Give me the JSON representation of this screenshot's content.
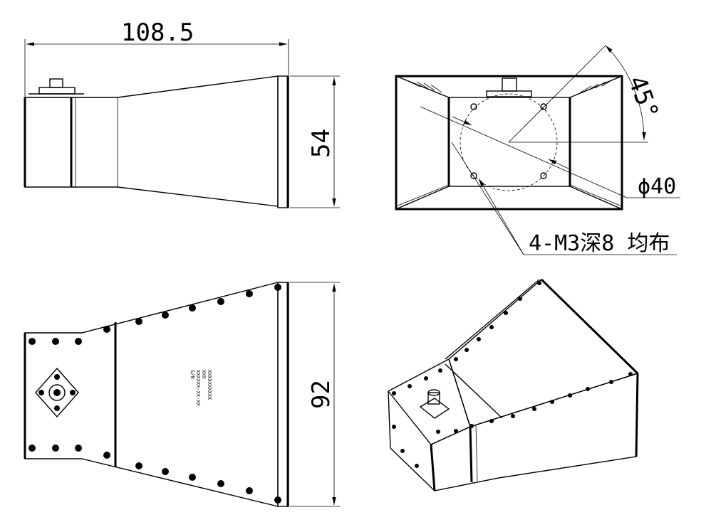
{
  "dimensions": {
    "length": "108.5",
    "height": "54",
    "width": "92",
    "diameter": "ϕ40",
    "angle": "45°",
    "holes": "4-M3深8 均布"
  },
  "plate_text": [
    "S/N",
    "XXXXXX-XX-XX",
    "XXX",
    "XXXXXXXXXX"
  ]
}
